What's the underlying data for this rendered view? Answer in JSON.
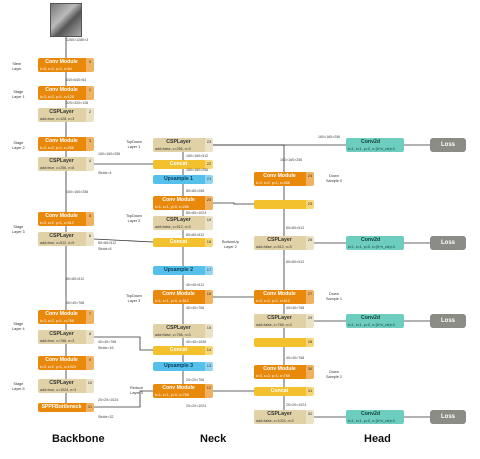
{
  "footer": {
    "backbone": "Backbone",
    "neck": "Neck",
    "head": "Head"
  },
  "stage_labels": {
    "stem": "Stem\nLayer",
    "s1": "Stage\nLayer 1",
    "s2": "Stage\nLayer 2",
    "s3": "Stage\nLayer 3",
    "s4": "Stage\nLayer 4",
    "s5": "Stage\nLayer 5",
    "td1": "TopDown\nLayer 1",
    "td2": "TopDown\nLayer 2",
    "td3": "TopDown\nLayer 3",
    "r3": "Reduce\nLayer 3",
    "bu2": "BottomUp\nLayer 2",
    "ds0": "Down\nSample 0",
    "ds1": "Down\nSample 1",
    "ds2": "Down\nSample 2"
  },
  "blocks": [
    {
      "id": "b0",
      "title": "Conv Module",
      "sub": "k=6, s=2, p=2, c=64",
      "num": "0",
      "style": "orange"
    },
    {
      "id": "b1",
      "title": "Conv Module",
      "sub": "k=3, s=2, p=1, c=128",
      "num": "1",
      "style": "orange"
    },
    {
      "id": "b2",
      "title": "CSPLayer",
      "sub": "add=true, c=128, n=3",
      "num": "2",
      "style": "beige"
    },
    {
      "id": "b3",
      "title": "Conv Module",
      "sub": "k=3, s=2, p=1, c=256",
      "num": "3",
      "style": "orange"
    },
    {
      "id": "b4",
      "title": "CSPLayer",
      "sub": "add=true, c=256, n=6",
      "num": "4",
      "style": "beige"
    },
    {
      "id": "b5",
      "title": "Conv Module",
      "sub": "k=3, s=2, p=1, c=512",
      "num": "5",
      "style": "orange"
    },
    {
      "id": "b6",
      "title": "CSPLayer",
      "sub": "add=true, c=512, n=9",
      "num": "6",
      "style": "beige"
    },
    {
      "id": "b7",
      "title": "Conv Module",
      "sub": "k=3, s=2, p=1, c=768",
      "num": "7",
      "style": "orange"
    },
    {
      "id": "b8",
      "title": "CSPLayer",
      "sub": "add=true, c=768, n=3",
      "num": "8",
      "style": "beige"
    },
    {
      "id": "b9",
      "title": "Conv Module",
      "sub": "k=3, s=2, p=1, c=1024",
      "num": "9",
      "style": "orange"
    },
    {
      "id": "b10",
      "title": "CSPLayer",
      "sub": "add=true, c=1024, n=3",
      "num": "10",
      "style": "beige"
    },
    {
      "id": "b11",
      "title": "SPPFBottleneck",
      "sub": "",
      "num": "11",
      "style": "ocsp"
    },
    {
      "id": "b12",
      "title": "Conv Module",
      "sub": "k=1, s=1, p=0, c=768",
      "num": "12",
      "style": "orange"
    },
    {
      "id": "b13",
      "title": "Upsample 3",
      "sub": "",
      "num": "13",
      "style": "blue"
    },
    {
      "id": "b14",
      "title": "Concat",
      "sub": "",
      "num": "14",
      "style": "yellow"
    },
    {
      "id": "b15",
      "title": "CSPLayer",
      "sub": "add=false, c=768, n=3",
      "num": "15",
      "style": "beige"
    },
    {
      "id": "b16",
      "title": "Conv Module",
      "sub": "k=1, s=1, p=0, c=512",
      "num": "16",
      "style": "orange"
    },
    {
      "id": "b17",
      "title": "Upsample 2",
      "sub": "",
      "num": "17",
      "style": "blue"
    },
    {
      "id": "b18",
      "title": "Concat",
      "sub": "",
      "num": "18",
      "style": "yellow"
    },
    {
      "id": "b19",
      "title": "CSPLayer",
      "sub": "add=false, c=512, n=3",
      "num": "19",
      "style": "beige"
    },
    {
      "id": "b20",
      "title": "Conv Module",
      "sub": "k=1, s=1, p=0, c=256",
      "num": "20",
      "style": "orange"
    },
    {
      "id": "b21",
      "title": "Upsample 1",
      "sub": "",
      "num": "21",
      "style": "blue"
    },
    {
      "id": "b22",
      "title": "Concat",
      "sub": "",
      "num": "22",
      "style": "yellow"
    },
    {
      "id": "b23",
      "title": "CSPLayer",
      "sub": "add=false, c=256, n=3",
      "num": "23",
      "style": "beige"
    },
    {
      "id": "b24",
      "title": "Conv Module",
      "sub": "k=3, s=2, p=1, c=256",
      "num": "24",
      "style": "orange"
    },
    {
      "id": "b25",
      "title": "",
      "sub": "",
      "num": "25",
      "style": "yellow"
    },
    {
      "id": "b26",
      "title": "CSPLayer",
      "sub": "add=false, c=512, n=3",
      "num": "26",
      "style": "beige"
    },
    {
      "id": "b27",
      "title": "Conv Module",
      "sub": "k=3, s=2, p=1, c=512",
      "num": "27",
      "style": "orange"
    },
    {
      "id": "b28",
      "title": "",
      "sub": "",
      "num": "28",
      "style": "yellow"
    },
    {
      "id": "b29",
      "title": "CSPLayer",
      "sub": "add=false, c=768, n=3",
      "num": "29",
      "style": "beige"
    },
    {
      "id": "b30",
      "title": "Conv Module",
      "sub": "k=3, s=2, p=1, c=768",
      "num": "30",
      "style": "orange"
    },
    {
      "id": "b31",
      "title": "Concat",
      "sub": "",
      "num": "31",
      "style": "yellow"
    },
    {
      "id": "b32",
      "title": "CSPLayer",
      "sub": "add=false, c=1024, n=3",
      "num": "32",
      "style": "beige"
    },
    {
      "id": "h0",
      "title": "Conv2d",
      "sub": "k=1, s=1, p=0, c=(5+n_cls)×3",
      "num": "",
      "style": "teal"
    },
    {
      "id": "h1",
      "title": "Conv2d",
      "sub": "k=1, s=1, p=0, c=(5+n_cls)×3",
      "num": "",
      "style": "teal"
    },
    {
      "id": "h2",
      "title": "Conv2d",
      "sub": "k=1, s=1, p=0, c=(5+n_cls)×3",
      "num": "",
      "style": "teal"
    },
    {
      "id": "h3",
      "title": "Conv2d",
      "sub": "k=1, s=1, p=0, c=(5+n_cls)×3",
      "num": "",
      "style": "teal"
    },
    {
      "id": "l0",
      "title": "Loss",
      "sub": "",
      "num": "",
      "style": "loss"
    },
    {
      "id": "l1",
      "title": "Loss",
      "sub": "",
      "num": "",
      "style": "loss"
    },
    {
      "id": "l2",
      "title": "Loss",
      "sub": "",
      "num": "",
      "style": "loss"
    },
    {
      "id": "l3",
      "title": "Loss",
      "sub": "",
      "num": "",
      "style": "loss"
    }
  ],
  "tensor_labels": {
    "in": "1280×1280×3",
    "t0": "640×640×64",
    "t1": "320×320×128",
    "t2": "160×160×256",
    "t2b": "Stride=4",
    "t3": "160×160×256",
    "t4": "80×80×512",
    "t4b": "Stride=8",
    "t5": "80×80×512",
    "t6": "40×40×768",
    "t6b": "Stride=16",
    "t7": "40×40×768",
    "t8": "20×20×1024",
    "t8b": "Stride=32",
    "n1": "160×160×512",
    "n2": "160×160×256",
    "n3": "80×80×256",
    "n4": "80×80×1024",
    "n5": "80×80×512",
    "n6": "40×40×512",
    "n7": "40×40×768",
    "n8": "40×40×1536",
    "n9": "20×20×768",
    "n10": "20×20×1024",
    "u1": "160×160×256",
    "u2": "80×80×512",
    "u3": "40×40×768",
    "u4": "80×80×512",
    "u5": "40×40×768",
    "u6": "20×20×1024",
    "h0in": "160×160×256"
  }
}
